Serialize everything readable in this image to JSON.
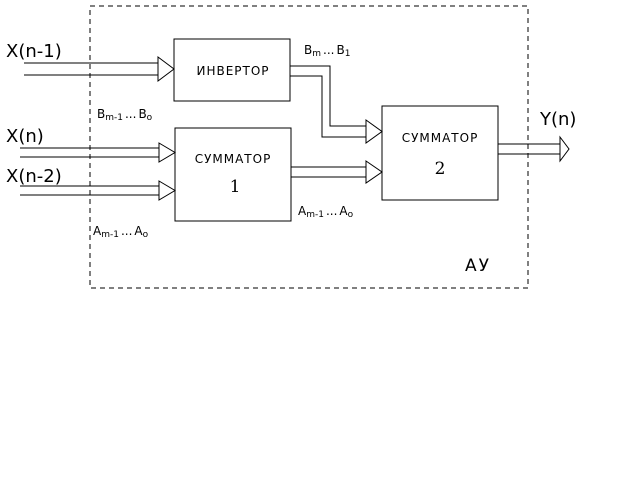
{
  "inputs": {
    "x_n1": "X(n-1)",
    "x_n": "X(n)",
    "x_n2": "X(n-2)"
  },
  "output": {
    "y_n": "Y(n)"
  },
  "blocks": {
    "inverter": {
      "title": "ИНВЕРТОР"
    },
    "adder1": {
      "title": "СУММАТОР",
      "number": "1"
    },
    "adder2": {
      "title": "СУММАТОР",
      "number": "2"
    }
  },
  "buses": {
    "b_top": {
      "main": "B",
      "sub1": "m",
      "dots": "...",
      "main2": "B",
      "sub2": "1"
    },
    "b_low": {
      "main": "B",
      "sub1": "m-1",
      "dots": "...",
      "main2": "B",
      "sub2": "o"
    },
    "a_right": {
      "main": "A",
      "sub1": "m-1",
      "dots": "...",
      "main2": "A",
      "sub2": "o"
    },
    "a_left": {
      "main": "A",
      "sub1": "m-1",
      "dots": "...",
      "main2": "A",
      "sub2": "o"
    }
  },
  "unit_label": "АУ"
}
